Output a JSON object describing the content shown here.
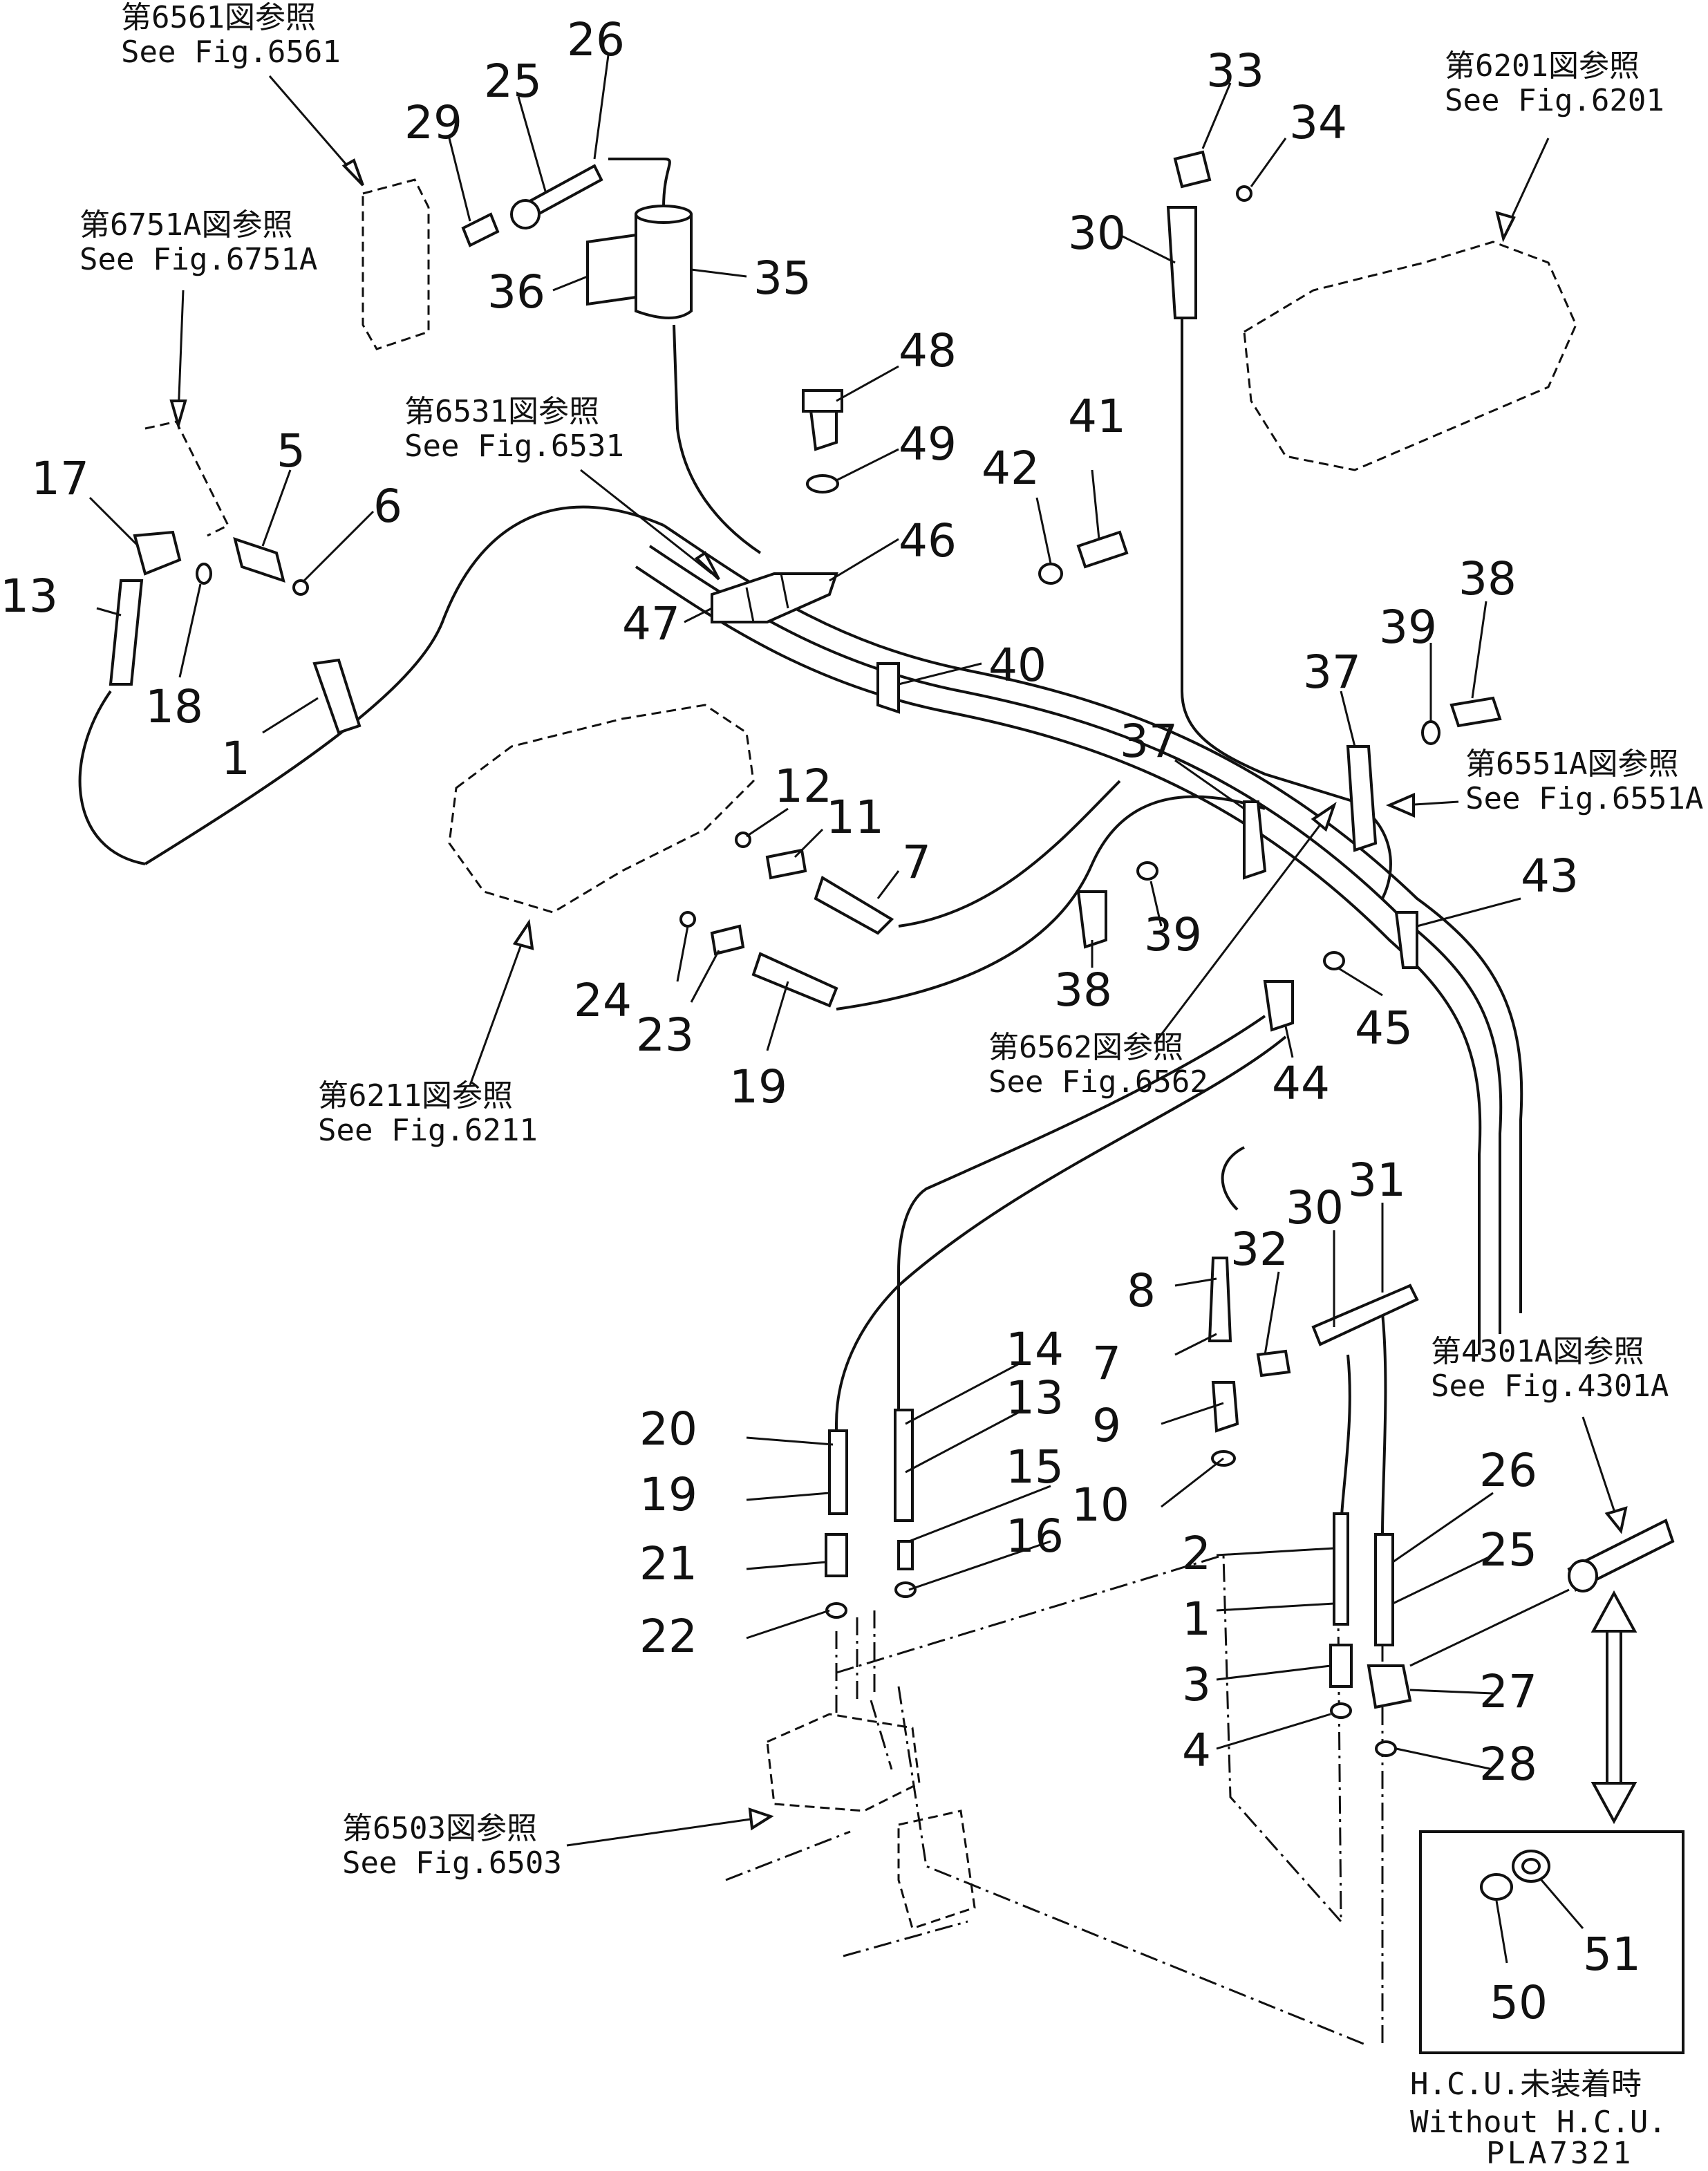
{
  "references": [
    {
      "id": "r6561",
      "jp": "第6561図参照",
      "en": "See Fig.6561"
    },
    {
      "id": "r6751A",
      "jp": "第6751A図参照",
      "en": "See Fig.6751A"
    },
    {
      "id": "r6531",
      "jp": "第6531図参照",
      "en": "See Fig.6531"
    },
    {
      "id": "r6201",
      "jp": "第6201図参照",
      "en": "See Fig.6201"
    },
    {
      "id": "r6551A",
      "jp": "第6551A図参照",
      "en": "See Fig.6551A"
    },
    {
      "id": "r6562",
      "jp": "第6562図参照",
      "en": "See Fig.6562"
    },
    {
      "id": "r6211",
      "jp": "第6211図参照",
      "en": "See Fig.6211"
    },
    {
      "id": "r4301A",
      "jp": "第4301A図参照",
      "en": "See Fig.4301A"
    },
    {
      "id": "r6503",
      "jp": "第6503図参照",
      "en": "See Fig.6503"
    }
  ],
  "callouts": [
    "26",
    "25",
    "29",
    "36",
    "35",
    "33",
    "34",
    "30",
    "48",
    "49",
    "41",
    "42",
    "46",
    "47",
    "40",
    "17",
    "5",
    "6",
    "13",
    "18",
    "1",
    "38",
    "39",
    "37",
    "37",
    "12",
    "11",
    "7",
    "39",
    "38",
    "43",
    "45",
    "44",
    "24",
    "23",
    "19",
    "32",
    "30",
    "31",
    "8",
    "7",
    "14",
    "13",
    "20",
    "19",
    "9",
    "15",
    "10",
    "21",
    "16",
    "22",
    "2",
    "1",
    "3",
    "4",
    "26",
    "25",
    "27",
    "28",
    "50",
    "51"
  ],
  "inset": {
    "jp": "H.C.U.未装着時",
    "en": "Without H.C.U."
  },
  "drawing_code": "PLA7321"
}
